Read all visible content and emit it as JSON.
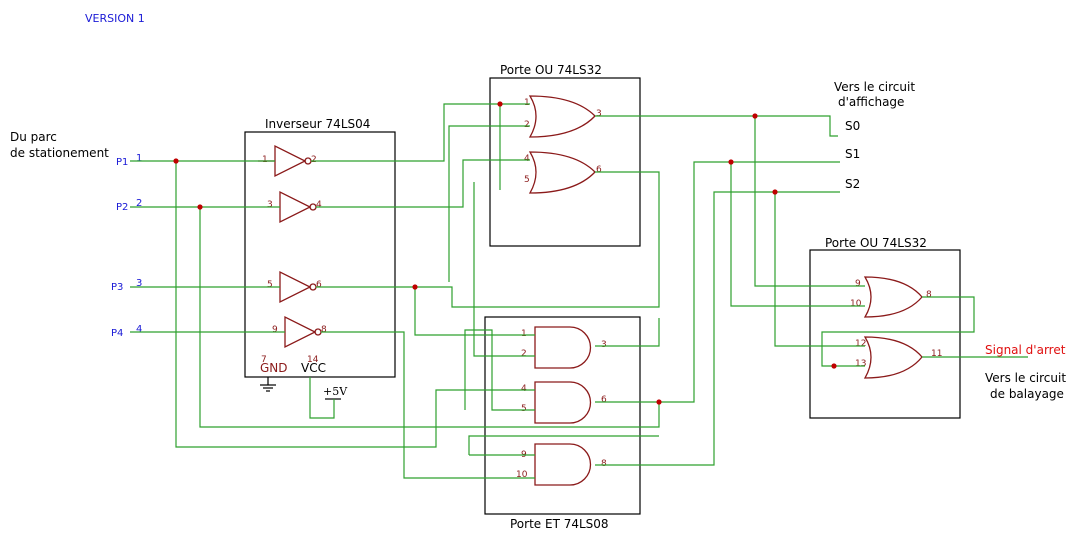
{
  "version_label": "VERSION 1",
  "source_label": [
    "Du parc",
    "de stationement"
  ],
  "inputs": [
    {
      "name": "P1",
      "num": "1"
    },
    {
      "name": "P2",
      "num": "2"
    },
    {
      "name": "P3",
      "num": "3"
    },
    {
      "name": "P4",
      "num": "4"
    }
  ],
  "chips": {
    "inverter": {
      "title": "Inverseur 74LS04",
      "gnd_pin": "7",
      "gnd_label": "GND",
      "vcc_pin": "14",
      "vcc_label": "VCC",
      "supply": "+5V",
      "pins": [
        "1",
        "2",
        "3",
        "4",
        "5",
        "6",
        "9",
        "8"
      ]
    },
    "or_top": {
      "title": "Porte OU 74LS32",
      "pins": [
        "1",
        "2",
        "3",
        "4",
        "5",
        "6"
      ]
    },
    "and": {
      "title": "Porte ET 74LS08",
      "pins": [
        "1",
        "2",
        "3",
        "4",
        "5",
        "6",
        "9",
        "10",
        "8"
      ]
    },
    "or_right": {
      "title": "Porte OU 74LS32",
      "pins": [
        "9",
        "10",
        "8",
        "12",
        "13",
        "11"
      ]
    }
  },
  "outputs": {
    "display_label": [
      "Vers le circuit",
      "d'affichage"
    ],
    "s": [
      "S0",
      "S1",
      "S2"
    ],
    "stop_signal": "Signal d'arret",
    "scan_label": [
      "Vers le circuit",
      "de balayage"
    ]
  },
  "colors": {
    "wire": "#2ea02e",
    "gate": "#8b1a1a",
    "label_blue": "#1a1ad6",
    "signal_red": "#e01010",
    "junction": "#c00000"
  }
}
